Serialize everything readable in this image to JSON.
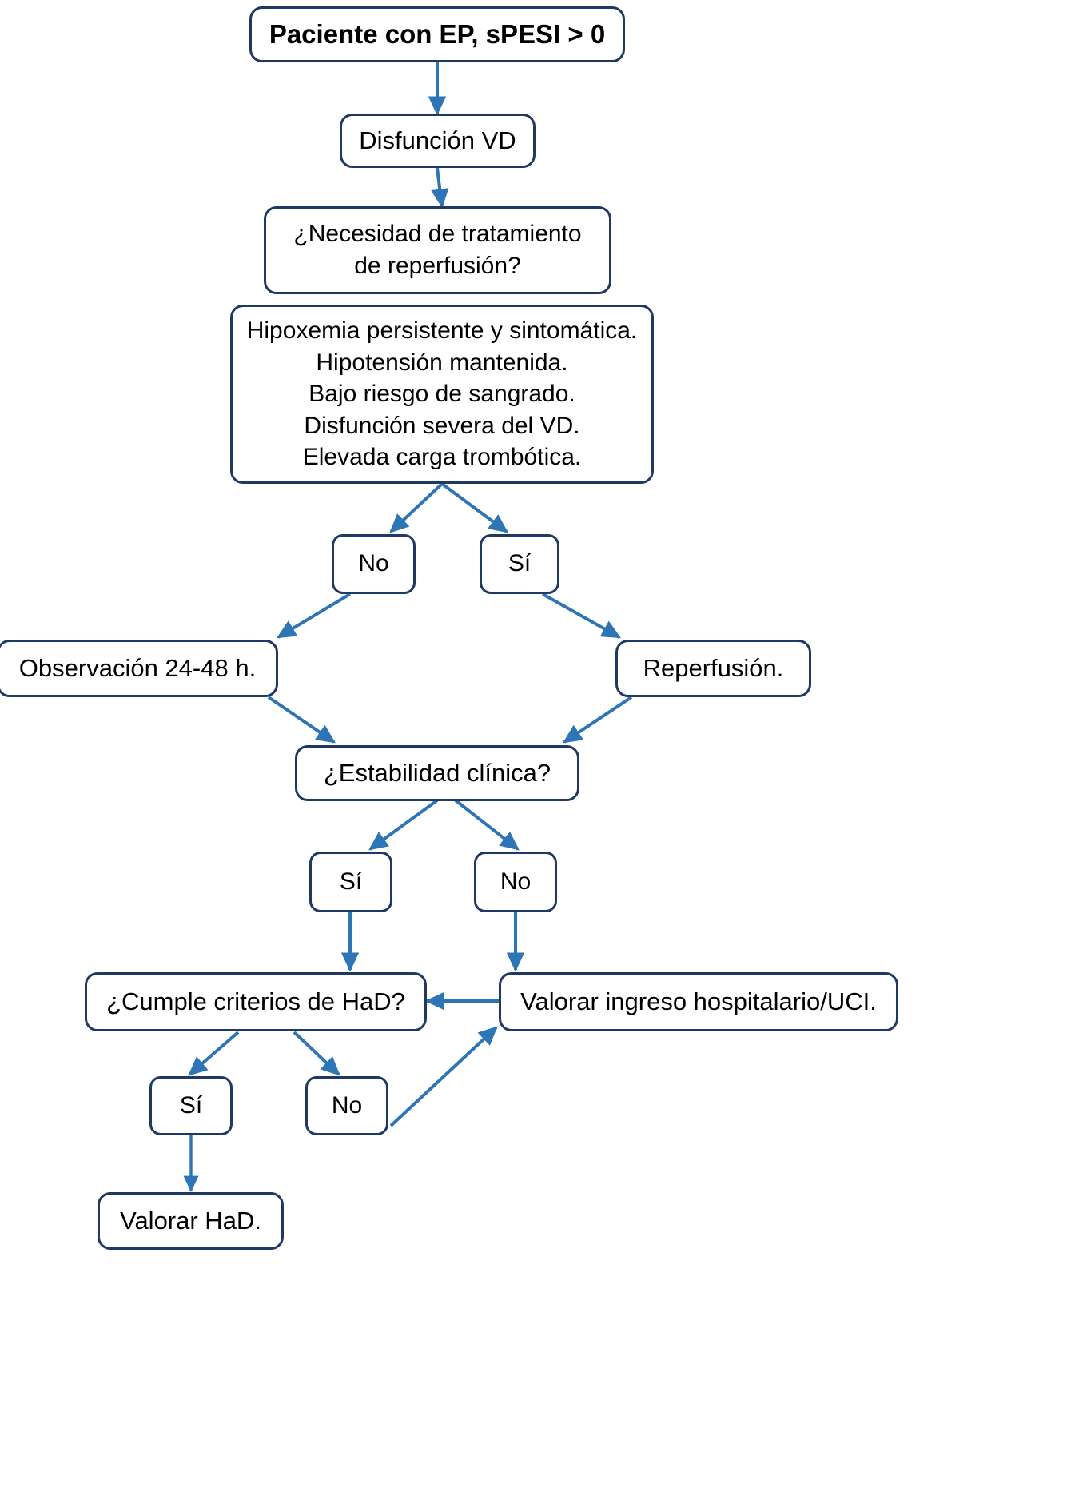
{
  "diagram": {
    "title": "Paciente con EP, sPESI > 0",
    "theme": {
      "box_border_color": "#1F3864",
      "box_fill_color": "#FFFFFF",
      "arrow_color": "#2E75B6",
      "text_color": "#000000",
      "background_color": "#FFFFFF"
    },
    "nodes": [
      {
        "id": "start",
        "label": "Paciente con EP, sPESI > 0"
      },
      {
        "id": "rv",
        "label": "Disfunción VD"
      },
      {
        "id": "need",
        "label": "¿Necesidad de tratamiento\nde reperfusión?"
      },
      {
        "id": "criteria",
        "label": "Hipoxemia persistente y sintomática.\nHipotensión mantenida.\nBajo riesgo de sangrado.\nDisfunción severa del VD.\nElevada carga trombótica."
      },
      {
        "id": "no1",
        "label": "No"
      },
      {
        "id": "si1",
        "label": "Sí"
      },
      {
        "id": "observacion",
        "label": "Observación 24-48 h."
      },
      {
        "id": "reperfusion",
        "label": "Reperfusión."
      },
      {
        "id": "estabilidad",
        "label": "¿Estabilidad clínica?"
      },
      {
        "id": "si2",
        "label": "Sí"
      },
      {
        "id": "no2",
        "label": "No"
      },
      {
        "id": "had",
        "label": "¿Cumple criterios de HaD?"
      },
      {
        "id": "ingreso",
        "label": "Valorar ingreso hospitalario/UCI."
      },
      {
        "id": "si3",
        "label": "Sí"
      },
      {
        "id": "no3",
        "label": "No"
      },
      {
        "id": "valorarhad",
        "label": "Valorar HaD."
      }
    ],
    "edges": [
      {
        "from": "start",
        "to": "rv"
      },
      {
        "from": "rv",
        "to": "need"
      },
      {
        "from": "criteria",
        "to": "no1"
      },
      {
        "from": "criteria",
        "to": "si1"
      },
      {
        "from": "no1",
        "to": "observacion"
      },
      {
        "from": "si1",
        "to": "reperfusion"
      },
      {
        "from": "observacion",
        "to": "estabilidad"
      },
      {
        "from": "reperfusion",
        "to": "estabilidad"
      },
      {
        "from": "estabilidad",
        "to": "si2"
      },
      {
        "from": "estabilidad",
        "to": "no2"
      },
      {
        "from": "si2",
        "to": "had"
      },
      {
        "from": "no2",
        "to": "ingreso"
      },
      {
        "from": "ingreso",
        "to": "had"
      },
      {
        "from": "had",
        "to": "si3"
      },
      {
        "from": "had",
        "to": "no3"
      },
      {
        "from": "no3",
        "to": "ingreso"
      },
      {
        "from": "si3",
        "to": "valorarhad"
      }
    ]
  }
}
